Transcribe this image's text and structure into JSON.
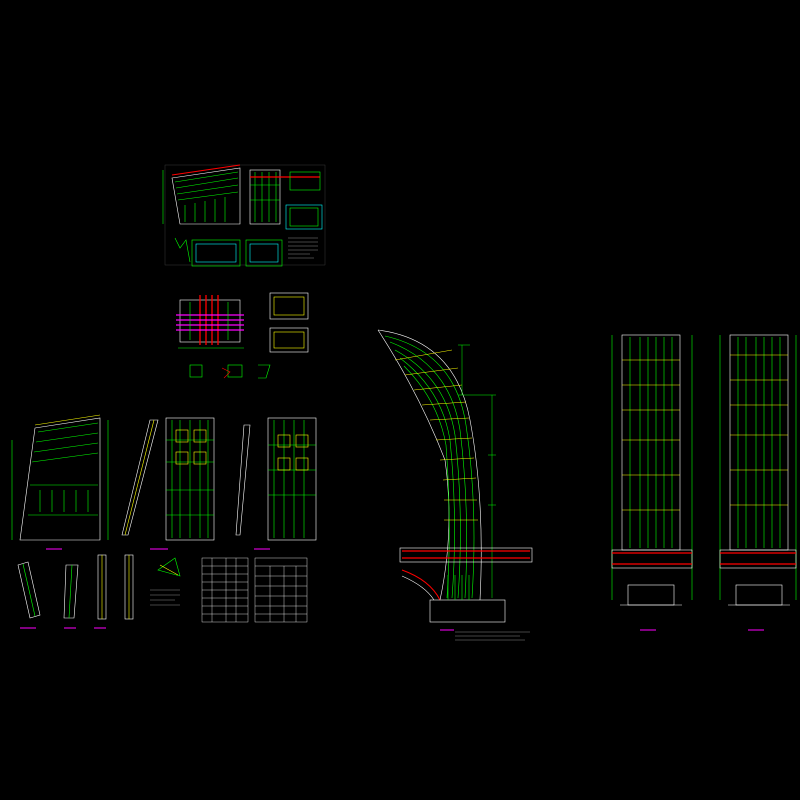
{
  "drawing": {
    "background": "#000000",
    "colors": {
      "outline": "#ffffff",
      "rebar": "#00ff00",
      "dimension": "#00ff00",
      "stirrup": "#ffff00",
      "beam_rebar": "#ff0000",
      "beam_band": "#ff00ff",
      "axis": "#00ffff"
    },
    "views": [
      "anchor-plan-elevation",
      "anchor-section-a",
      "anchor-section-b",
      "anchor-beam-joint",
      "tilted-column-elevation-a",
      "tilted-column-elevation-b",
      "curved-column-elevation",
      "straight-column-elevation-a",
      "straight-column-elevation-b",
      "rebar-schedule-table-a",
      "rebar-schedule-table-b"
    ]
  }
}
